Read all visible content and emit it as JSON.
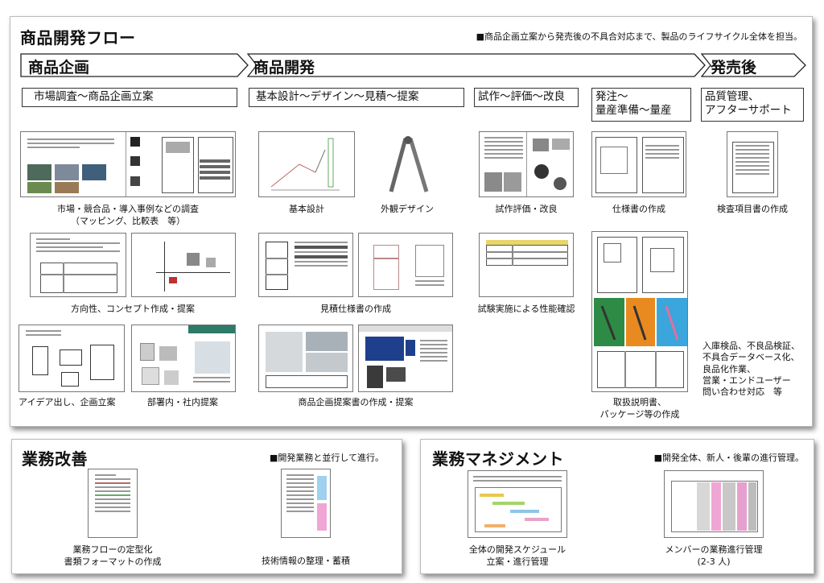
{
  "main": {
    "title": "商品開発フロー",
    "note": "■商品企画立案から発売後の不具合対応まで、製品のライフサイクル全体を担当。",
    "phases": [
      {
        "label": "商品企画"
      },
      {
        "label": "商品開発"
      },
      {
        "label": "発売後"
      }
    ],
    "boxes": [
      {
        "label": "市場調査〜商品企画立案"
      },
      {
        "label": "基本設計〜デザイン〜見積〜提案"
      },
      {
        "label": "試作〜評価〜改良"
      },
      {
        "label_l1": "発注〜",
        "label_l2": "量産準備〜量産"
      },
      {
        "label_l1": "品質管理、",
        "label_l2": "アフターサポート"
      }
    ],
    "captions": {
      "market_l1": "市場・競合品・導入事例などの調査",
      "market_l2": "（マッピング、比較表　等）",
      "concept": "方向性、コンセプト作成・提案",
      "idea": "アイデア出し、企画立案",
      "internal": "部署内・社内提案",
      "basic_design": "基本設計",
      "exterior": "外観デザイン",
      "estimate_spec": "見積仕様書の作成",
      "proposal_doc": "商品企画提案書の作成・提案",
      "prototype": "試作評価・改良",
      "perf_test": "試験実施による性能確認",
      "spec_doc": "仕様書の作成",
      "manual_l1": "取扱説明書、",
      "manual_l2": "パッケージ等の作成",
      "inspection": "検査項目書の作成",
      "after_l1": "入庫検品、不良品検証、",
      "after_l2": "不具合データベース化、",
      "after_l3": "良品化作業、",
      "after_l4": "営業・エンドユーザー",
      "after_l5": "問い合わせ対応　等"
    }
  },
  "kaizen": {
    "title": "業務改善",
    "note": "■開発業務と並行して進行。",
    "cap1_l1": "業務フローの定型化",
    "cap1_l2": "書類フォーマットの作成",
    "cap2": "技術情報の整理・蓄積"
  },
  "mgmt": {
    "title": "業務マネジメント",
    "note": "■開発全体、新人・後輩の進行管理。",
    "cap1_l1": "全体の開発スケジュール",
    "cap1_l2": "立案・進行管理",
    "cap2_l1": "メンバーの業務進行管理",
    "cap2_l2": "(2-3 人)"
  }
}
